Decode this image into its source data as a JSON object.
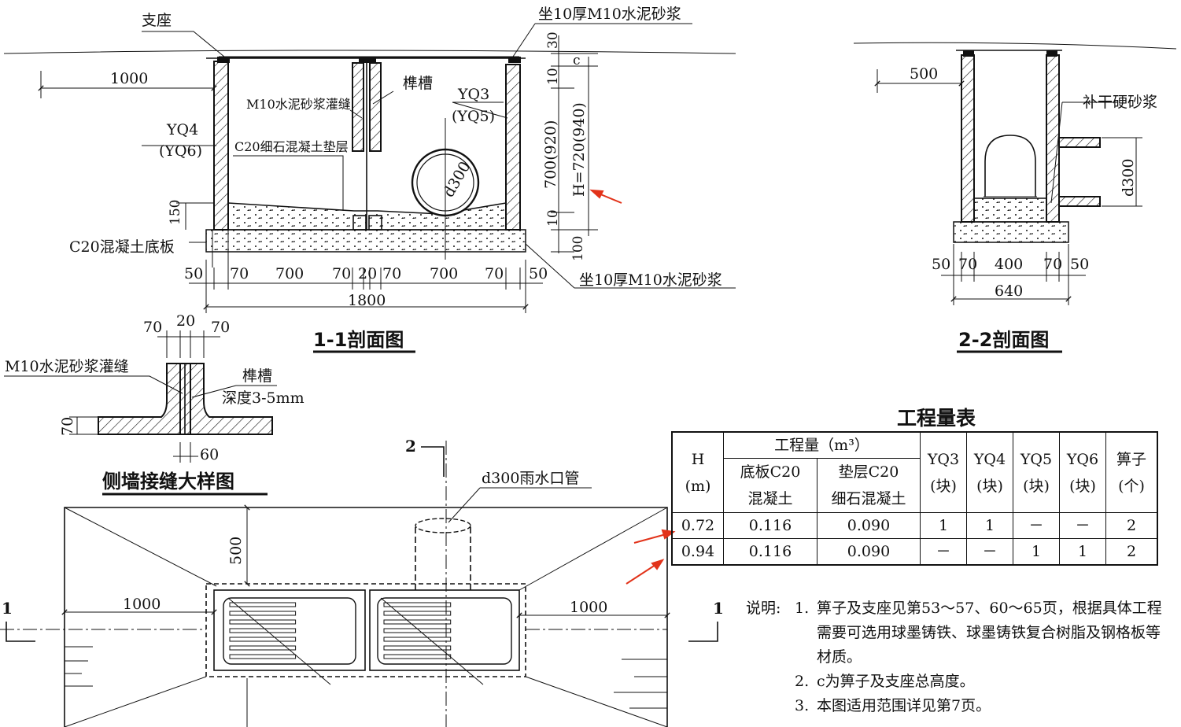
{
  "section_1_1": {
    "title": "1-1剖面图",
    "labels": {
      "support": "支座",
      "mortar_top": "坐10厚M10水泥砂浆",
      "mortar_bottom": "坐10厚M10水泥砂浆",
      "joint_fill": "M10水泥砂浆灌缝",
      "tenon_groove": "榫槽",
      "cushion": "C20细石混凝土垫层",
      "base_slab": "C20混凝土底板",
      "yq_left_a": "YQ4",
      "yq_left_b": "(YQ6)",
      "yq_right_a": "YQ3",
      "yq_right_b": "(YQ5)",
      "pipe": "d300",
      "height": "H=720(940)",
      "height_inner": "700(920)"
    },
    "dims": {
      "offset": "1000",
      "top_30": "30",
      "top_c": "c",
      "top_10": "10",
      "bot_10": "10",
      "bot_100": "100",
      "cushion_150": "150",
      "bottom_row": [
        "50",
        "70",
        "700",
        "70",
        "20",
        "70",
        "700",
        "70",
        "50"
      ],
      "total": "1800"
    }
  },
  "section_2_2": {
    "title": "2-2剖面图",
    "labels": {
      "mortar": "补干硬砂浆",
      "pipe": "d300"
    },
    "dims": {
      "offset": "500",
      "bottom_row": [
        "50",
        "70",
        "400",
        "70",
        "50"
      ],
      "total": "640"
    }
  },
  "joint_detail": {
    "title": "侧墙接缝大样图",
    "labels": {
      "joint_fill": "M10水泥砂浆灌缝",
      "tenon_groove": "榫槽",
      "depth": "深度3-5mm"
    },
    "dims": {
      "top": [
        "70",
        "20",
        "70"
      ],
      "side": "70",
      "bottom": "60"
    }
  },
  "plan_view": {
    "labels": {
      "pipe": "d300雨水口管",
      "cut_top": "2",
      "cut_left": "1",
      "cut_right": "1"
    },
    "dims": {
      "left": "1000",
      "right": "1000",
      "top": "500"
    }
  },
  "quantity_table": {
    "title": "工程量表",
    "header": {
      "h": "H",
      "h_unit": "(m)",
      "group": "工程量（m³）",
      "base_a": "底板C20",
      "base_b": "混凝土",
      "cushion_a": "垫层C20",
      "cushion_b": "细石混凝土",
      "cols": [
        {
          "name": "YQ3",
          "unit": "(块)"
        },
        {
          "name": "YQ4",
          "unit": "(块)"
        },
        {
          "name": "YQ5",
          "unit": "(块)"
        },
        {
          "name": "YQ6",
          "unit": "(块)"
        },
        {
          "name": "箅子",
          "unit": "(个)"
        }
      ]
    },
    "rows": [
      [
        "0.72",
        "0.116",
        "0.090",
        "1",
        "1",
        "－",
        "－",
        "2"
      ],
      [
        "0.94",
        "0.116",
        "0.090",
        "－",
        "－",
        "1",
        "1",
        "2"
      ]
    ]
  },
  "notes": {
    "label": "说明:",
    "items": [
      {
        "num": "1.",
        "text": "箅子及支座见第53～57、60～65页，根据具体工程需要可选用球墨铸铁、球墨铸铁复合树脂及钢格板等材质。"
      },
      {
        "num": "2.",
        "text": "c为箅子及支座总高度。"
      },
      {
        "num": "3.",
        "text": "本图适用范围详见第7页。"
      }
    ]
  }
}
